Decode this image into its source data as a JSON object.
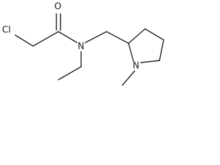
{
  "structure": {
    "atoms": {
      "chlorine": "Cl",
      "oxygen": "O",
      "amide_nitrogen": "N",
      "ring_nitrogen": "N"
    }
  },
  "colors": {
    "bond": "#1a1a1a",
    "text": "#1a1a1a",
    "background": "#ffffff"
  }
}
